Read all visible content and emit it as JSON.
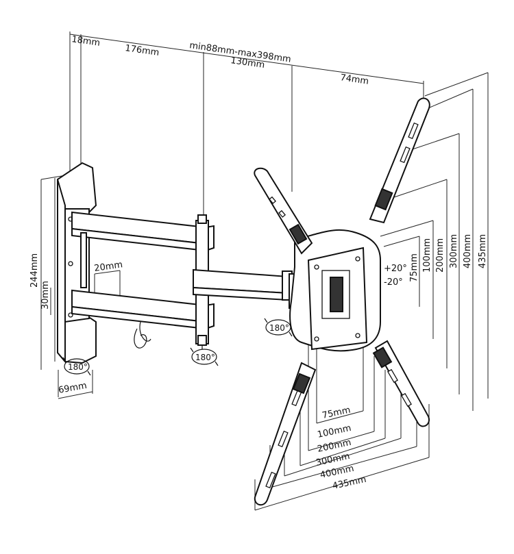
{
  "dimensions": {
    "top_18": "18mm",
    "top_176": "176mm",
    "top_range": "min88mm-max398mm",
    "top_130": "130mm",
    "top_74": "74mm",
    "left_244": "244mm",
    "left_30": "30mm",
    "left_20": "20mm",
    "bottom_69": "69mm",
    "right_435": "435mm",
    "right_400": "400mm",
    "right_300": "300mm",
    "right_200": "200mm",
    "right_100": "100mm",
    "right_75": "75mm",
    "bottom_75": "75mm",
    "bottom_100": "100mm",
    "bottom_200": "200mm",
    "bottom_300": "300mm",
    "bottom_400": "400mm",
    "bottom_435": "435mm"
  },
  "tilt": {
    "up": "+20°",
    "down": "-20°"
  },
  "rotation": {
    "wall": "180°",
    "elbow": "180°",
    "head": "180°"
  }
}
